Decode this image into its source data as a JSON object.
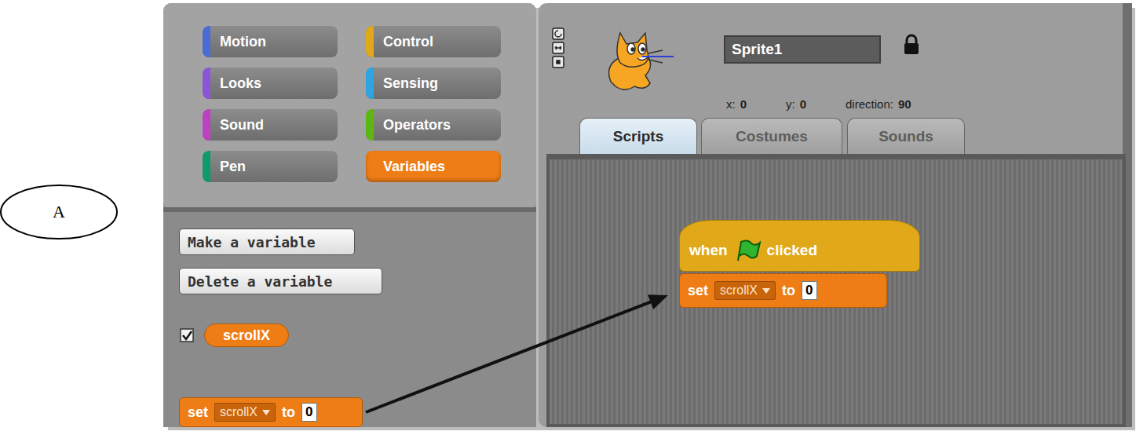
{
  "diagram": {
    "nodes": [
      {
        "text": [
          "A"
        ]
      },
      {
        "text": [
          "Motion"
        ]
      },
      {
        "text": [
          "Control"
        ]
      },
      {
        "text": [
          "Looks"
        ]
      },
      {
        "text": [
          "Sensing"
        ]
      },
      {
        "text": [
          "Sound"
        ]
      },
      {
        "text": [
          "Operators"
        ]
      },
      {
        "text": [
          "Pen"
        ]
      },
      {
        "text": [
          "Variables"
        ]
      },
      {
        "text": [
          "Make a variable"
        ]
      },
      {
        "text": [
          "Delete a variable"
        ]
      },
      {
        "text": [
          "scrollX"
        ]
      },
      {
        "text": [
          "set",
          "scrollX",
          "to",
          "0"
        ]
      },
      {
        "text": [
          "Sprite1"
        ]
      },
      {
        "text": [
          "Scripts"
        ]
      },
      {
        "text": [
          "Costumes"
        ]
      },
      {
        "text": [
          "Sounds"
        ]
      },
      {
        "text": [
          "when",
          "clicked"
        ]
      },
      {
        "text": [
          "set",
          "scrollX",
          "to",
          "0"
        ]
      }
    ],
    "edges": [
      {
        "from": 12,
        "to": 18,
        "arrow": "to"
      }
    ],
    "labels": [
      "x:",
      "0",
      "y:",
      "0",
      "direction:",
      "90"
    ]
  }
}
